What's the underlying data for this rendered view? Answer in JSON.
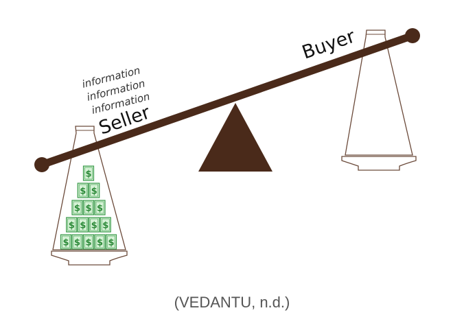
{
  "labels": {
    "seller": "Seller",
    "buyer": "Buyer",
    "information": [
      "information",
      "information",
      "information"
    ]
  },
  "money_icon": "dollar-bill-icon",
  "money_symbol": "$",
  "money_pyramid_rows": [
    1,
    2,
    3,
    4,
    5
  ],
  "caption": "(VEDANTU, n.d.)",
  "colors": {
    "beam": "#4a2a1a",
    "fulcrum": "#4a2a1a",
    "pan_outline": "#6b4a3a",
    "bill_fill": "#d6f2d6",
    "bill_stroke": "#3a9a4a"
  }
}
